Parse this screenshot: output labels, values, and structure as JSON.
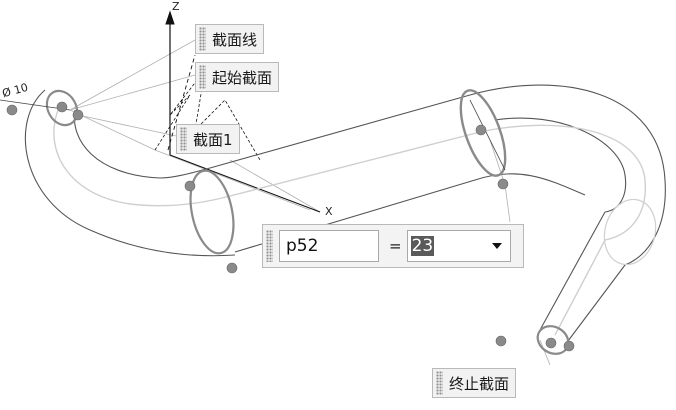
{
  "callouts": {
    "section_line": "截面线",
    "start_section": "起始截面",
    "section_1": "截面1",
    "end_section": "终止截面"
  },
  "parameter": {
    "name": "p52",
    "equals": "=",
    "value": "23"
  },
  "axes": {
    "z": "Z",
    "x": "X"
  },
  "dimensions": {
    "diameter": "Ø 10"
  }
}
